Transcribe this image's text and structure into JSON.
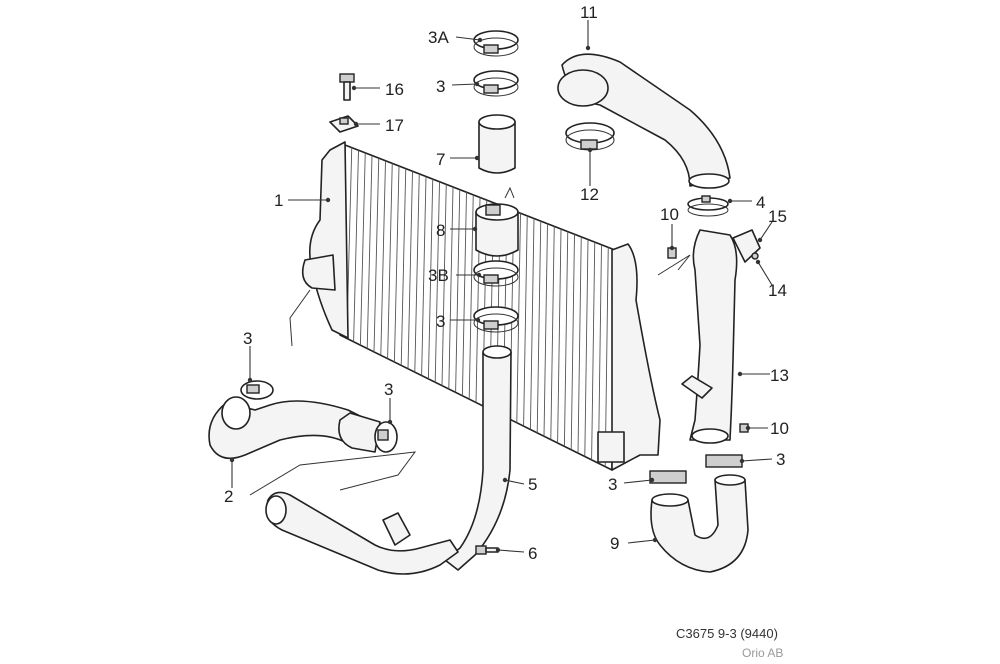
{
  "callouts": [
    {
      "id": "c11",
      "label": "11"
    },
    {
      "id": "c3a",
      "label": "3A"
    },
    {
      "id": "c3t",
      "label": "3"
    },
    {
      "id": "c16",
      "label": "16"
    },
    {
      "id": "c17",
      "label": "17"
    },
    {
      "id": "c7",
      "label": "7"
    },
    {
      "id": "c12",
      "label": "12"
    },
    {
      "id": "c1",
      "label": "1"
    },
    {
      "id": "c4",
      "label": "4"
    },
    {
      "id": "c10a",
      "label": "10"
    },
    {
      "id": "c15",
      "label": "15"
    },
    {
      "id": "c8",
      "label": "8"
    },
    {
      "id": "c3b",
      "label": "3B"
    },
    {
      "id": "c14",
      "label": "14"
    },
    {
      "id": "c3m",
      "label": "3"
    },
    {
      "id": "c3l",
      "label": "3"
    },
    {
      "id": "c13",
      "label": "13"
    },
    {
      "id": "c3c",
      "label": "3"
    },
    {
      "id": "c10b",
      "label": "10"
    },
    {
      "id": "c3r",
      "label": "3"
    },
    {
      "id": "c5",
      "label": "5"
    },
    {
      "id": "c3b2",
      "label": "3"
    },
    {
      "id": "c2",
      "label": "2"
    },
    {
      "id": "c9",
      "label": "9"
    },
    {
      "id": "c6",
      "label": "6"
    }
  ],
  "reference": {
    "code": "C3675 9-3 (9440)",
    "owner": "Orio AB"
  }
}
